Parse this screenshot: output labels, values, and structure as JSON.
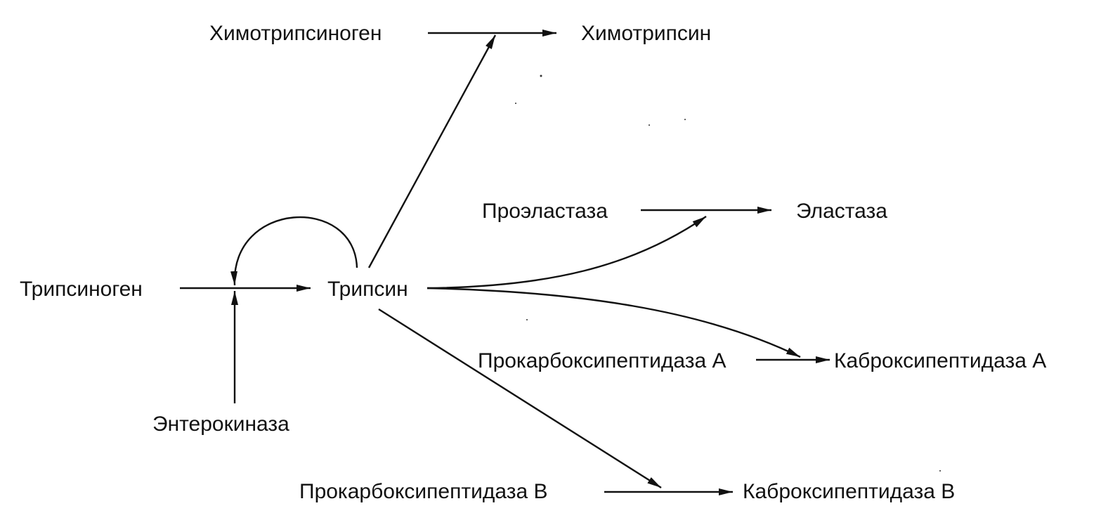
{
  "nodes": {
    "chymotrypsinogen": "Химотрипсиноген",
    "chymotrypsin": "Химотрипсин",
    "proelastase": "Проэластаза",
    "elastase": "Эластаза",
    "trypsinogen": "Трипсиноген",
    "trypsin": "Трипсин",
    "enterokinase": "Энтерокиназа",
    "procarboxypeptidase_a": "Прокарбоксипептидаза А",
    "carboxypeptidase_a": "Каброксипептидаза А",
    "procarboxypeptidase_b": "Прокарбоксипептидаза В",
    "carboxypeptidase_b": "Каброксипептидаза В"
  },
  "edges": [
    {
      "from": "chymotrypsinogen",
      "to": "chymotrypsin",
      "type": "conversion"
    },
    {
      "from": "proelastase",
      "to": "elastase",
      "type": "conversion"
    },
    {
      "from": "trypsinogen",
      "to": "trypsin",
      "type": "conversion"
    },
    {
      "from": "procarboxypeptidase_a",
      "to": "carboxypeptidase_a",
      "type": "conversion"
    },
    {
      "from": "procarboxypeptidase_b",
      "to": "carboxypeptidase_b",
      "type": "conversion"
    },
    {
      "from": "trypsin",
      "to": "chymotrypsinogen->chymotrypsin",
      "type": "activation"
    },
    {
      "from": "trypsin",
      "to": "proelastase->elastase",
      "type": "activation"
    },
    {
      "from": "trypsin",
      "to": "procarboxypeptidase_a->carboxypeptidase_a",
      "type": "activation"
    },
    {
      "from": "trypsin",
      "to": "procarboxypeptidase_b->carboxypeptidase_b",
      "type": "activation"
    },
    {
      "from": "trypsin",
      "to": "trypsinogen->trypsin",
      "type": "autoactivation"
    },
    {
      "from": "enterokinase",
      "to": "trypsinogen->trypsin",
      "type": "activation"
    }
  ]
}
